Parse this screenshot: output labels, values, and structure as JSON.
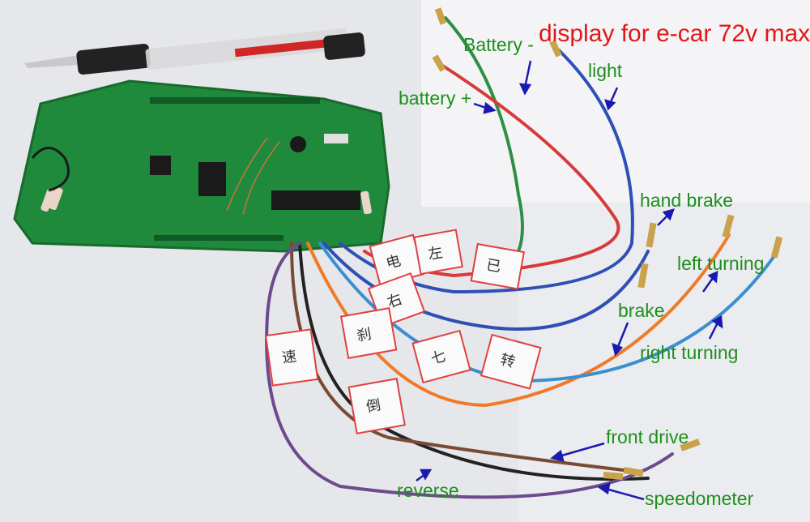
{
  "title": "display for e-car 72v max",
  "labels": {
    "battery_minus": "Battery -",
    "battery_plus": "battery +",
    "light": "light",
    "hand_brake": "hand brake",
    "left_turning": "left turning",
    "brake": "brake",
    "right_turning": "right turning",
    "front_drive": "front drive",
    "reverse": "reverse",
    "speedometer": "speedometer"
  },
  "colors": {
    "label_green": "#1e8f1e",
    "title_red": "#e01818",
    "arrow_blue": "#1a1ab0",
    "pcb_green": "#1f8a3c",
    "wire_red": "#d83a3a",
    "wire_green": "#2f8f45",
    "wire_blue": "#2e4fb5",
    "wire_orange": "#f07a2a",
    "wire_lightblue": "#3a8fd0",
    "wire_brown": "#7a4b34",
    "wire_purple": "#6d4a8e",
    "wire_black": "#222222"
  }
}
